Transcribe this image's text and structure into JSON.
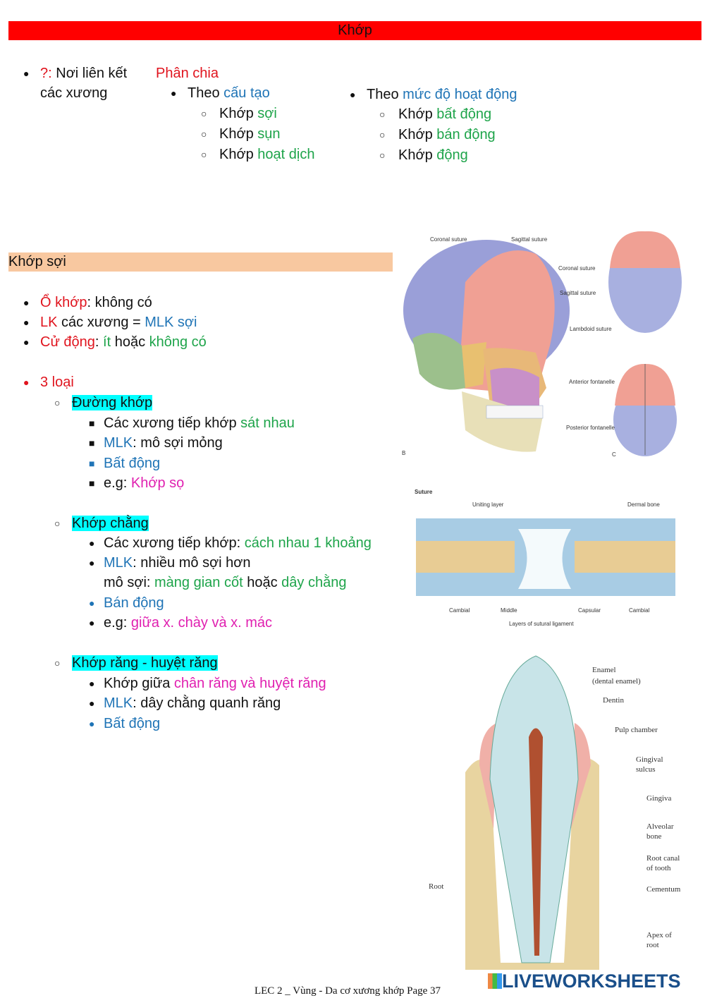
{
  "header": {
    "title": "Khớp"
  },
  "intro": {
    "q": "?:",
    "def1": "Nơi liên kết",
    "def2": "các xương",
    "division": "Phân chia",
    "by_structure": {
      "prefix": "Theo",
      "label": "cấu tạo",
      "items": [
        [
          "Khớp",
          "sợi"
        ],
        [
          "Khớp",
          "sụn"
        ],
        [
          "Khớp",
          "hoạt dịch"
        ]
      ]
    },
    "by_mobility": {
      "prefix": "Theo",
      "label": "mức độ hoạt động",
      "items": [
        [
          "Khớp",
          "bất động"
        ],
        [
          "Khớp",
          "bán động"
        ],
        [
          "Khớp",
          "động"
        ]
      ]
    }
  },
  "section": {
    "title": "Khớp sợi"
  },
  "props": {
    "p1": [
      "Ổ khớp",
      ": không có"
    ],
    "p2": [
      "LK",
      " các xương = ",
      "MLK sợi"
    ],
    "p3": [
      "Cử động",
      ": ",
      "ít",
      " hoặc ",
      "không có"
    ],
    "types_label": "3 loại"
  },
  "type1": {
    "title": "Đường khớp",
    "i1": [
      "Các xương tiếp khớp ",
      "sát nhau"
    ],
    "i2": [
      "MLK",
      ": mô sợi mỏng"
    ],
    "i3": "Bất động",
    "i4": [
      "e.g: ",
      "Khớp sọ"
    ]
  },
  "type2": {
    "title": "Khớp chằng",
    "i1": [
      "Các xương tiếp khớp: ",
      "cách nhau 1 khoảng"
    ],
    "i2": [
      "MLK",
      ": nhiều mô sợi hơn"
    ],
    "i2b": [
      "mô sợi: ",
      "màng gian cốt",
      " hoặc ",
      "dây chằng"
    ],
    "i3": "Bán động",
    "i4": [
      "e.g: ",
      "giữa x. chày và x. mác"
    ]
  },
  "type3": {
    "title": "Khớp răng - huyệt răng",
    "i1": [
      "Khớp giữa ",
      "chân răng và huyệt răng"
    ],
    "i2": [
      "MLK",
      ": dây chằng quanh răng"
    ],
    "i3": "Bất động"
  },
  "skull_fig": {
    "coronal": "Coronal suture",
    "sagittal": "Sagittal suture",
    "coronal2": "Coronal suture",
    "sagittal2": "Sagittal suture",
    "lambdoid": "Lambdoid suture",
    "ant_font": "Anterior fontanelle",
    "post_font": "Posterior fontanelle",
    "b": "B",
    "c": "C"
  },
  "suture_fig": {
    "title": "Suture",
    "uniting": "Uniting layer",
    "dermal": "Dermal bone",
    "cambial1": "Cambial",
    "middle": "Middle",
    "capsular": "Capsular",
    "cambial2": "Cambial",
    "layers": "Layers of sutural ligament"
  },
  "tooth_fig": {
    "enamel": "Enamel",
    "enamel2": "(dental enamel)",
    "dentin": "Dentin",
    "pulp": "Pulp chamber",
    "gingival": "Gingival",
    "sulcus": "sulcus",
    "gingiva": "Gingiva",
    "alveolar": "Alveolar",
    "bone": "bone",
    "rootcanal": "Root canal",
    "oftooth": "of tooth",
    "cementum": "Cementum",
    "apex": "Apex of",
    "root2": "root",
    "root": "Root"
  },
  "footer": {
    "text": "LEC 2 _ Vùng - Da cơ xương khớp Page 37",
    "logo": "LIVEWORKSHEETS"
  },
  "colors": {
    "red": "#e0141e",
    "blue": "#1f74b6",
    "green": "#1ea44a",
    "magenta": "#e020b0",
    "highlight": "#00ffff",
    "header_bar": "#ff0000",
    "section_bar": "#f8c8a0"
  }
}
